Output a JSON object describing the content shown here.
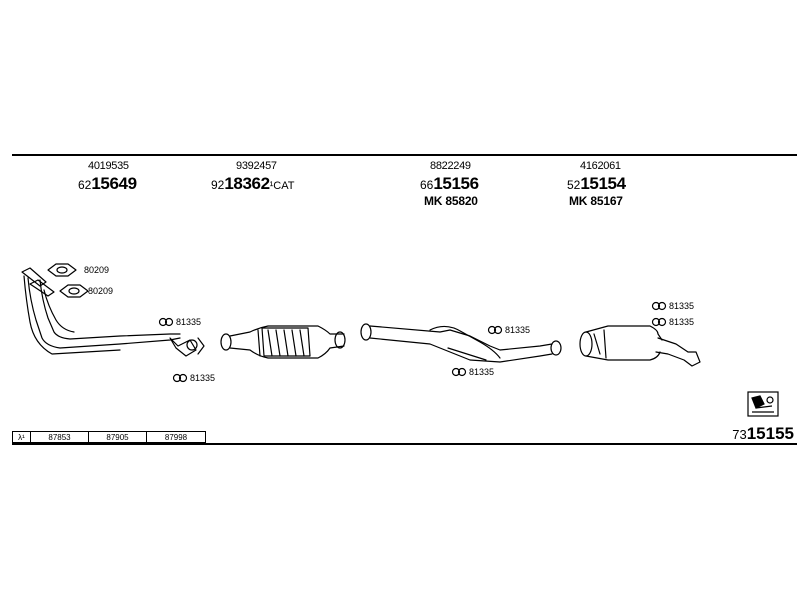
{
  "columns": [
    {
      "ref": "4019535",
      "prefix": "62",
      "code": "15649",
      "suffix": "",
      "mk": ""
    },
    {
      "ref": "9392457",
      "prefix": "92",
      "code": "18362",
      "suffix": "¹CAT",
      "mk": ""
    },
    {
      "ref": "8822249",
      "prefix": "66",
      "code": "15156",
      "suffix": "",
      "mk": "MK 85820"
    },
    {
      "ref": "4162061",
      "prefix": "52",
      "code": "15154",
      "suffix": "",
      "mk": "MK 85167"
    }
  ],
  "labels": {
    "gasket1": "80209",
    "gasket2": "80209",
    "clamp1": "81335",
    "clamp2": "81335",
    "clamp3": "81335",
    "clamp4": "81335",
    "clamp5": "81335",
    "clamp6": "81335"
  },
  "table": {
    "lambda": "λ¹",
    "values": [
      "87853",
      "87905",
      "87998"
    ]
  },
  "kit": {
    "prefix": "73",
    "code": "15155"
  }
}
